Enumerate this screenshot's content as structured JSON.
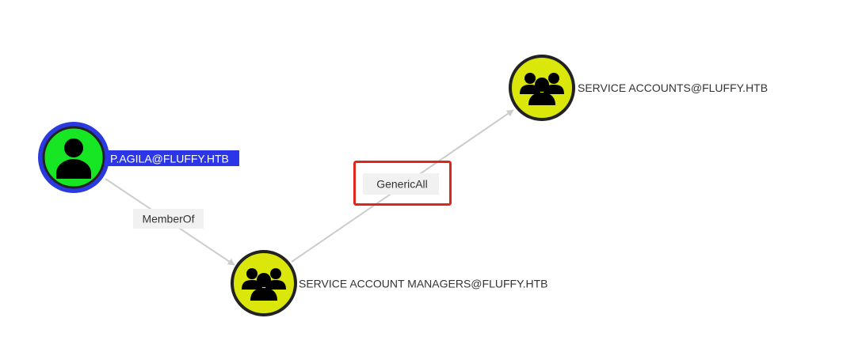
{
  "graph": {
    "nodes": {
      "user": {
        "label": "P.AGILA@FLUFFY.HTB",
        "kind": "user",
        "icon": "user-icon",
        "fill_color": "#17e625",
        "ring_color": "#2a3ae0",
        "label_highlight_color": "#2b36e8",
        "selected": true
      },
      "sam": {
        "label": "SERVICE ACCOUNT MANAGERS@FLUFFY.HTB",
        "kind": "group",
        "icon": "group-icon",
        "fill_color": "#dbe60b"
      },
      "sa": {
        "label": "SERVICE ACCOUNTS@FLUFFY.HTB",
        "kind": "group",
        "icon": "group-icon",
        "fill_color": "#dbe60b"
      }
    },
    "edges": {
      "memberof": {
        "label": "MemberOf",
        "from": "P.AGILA@FLUFFY.HTB",
        "to": "SERVICE ACCOUNT MANAGERS@FLUFFY.HTB"
      },
      "genericall": {
        "label": "GenericAll",
        "from": "SERVICE ACCOUNT MANAGERS@FLUFFY.HTB",
        "to": "SERVICE ACCOUNTS@FLUFFY.HTB",
        "highlight_color": "#e2251c"
      }
    },
    "colors": {
      "node_border": "#222222",
      "edge_line": "#cccccc",
      "edge_label_bg": "#f1f1f1"
    }
  }
}
